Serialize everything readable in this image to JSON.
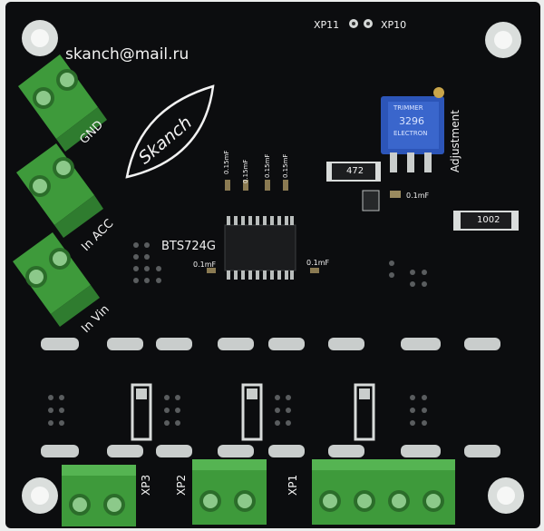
{
  "email": "skanch@mail.ru",
  "logo": {
    "text": "Skanch"
  },
  "labels": {
    "xp11": "XP11",
    "xp10": "XP10",
    "gnd": "GND",
    "in_acc": "In ACC",
    "in_vin": "In Vin",
    "chip": "BTS724G",
    "adjustment": "Adjustment",
    "xp3": "XP3",
    "xp2": "XP2",
    "xp1": "XP1"
  },
  "components": {
    "res_472": "472",
    "res_1002": "1002",
    "cap_a": "0.1mF",
    "cap_b": "0.1mF",
    "cap_c": "0.1mF",
    "cap_d": "0.15mF",
    "cap_e": "0.15mF",
    "cap_f": "0.15mF",
    "cap_g": "0.15mF",
    "trimmer_top": "TRIMMER",
    "trimmer_mid": "3296",
    "trimmer_brand": "ELECTRON"
  },
  "colors": {
    "board": "#0c0d0f",
    "terminal": "#3f9a3c",
    "pad": "#c9cdcc",
    "trimmer": "#2c55b8"
  }
}
